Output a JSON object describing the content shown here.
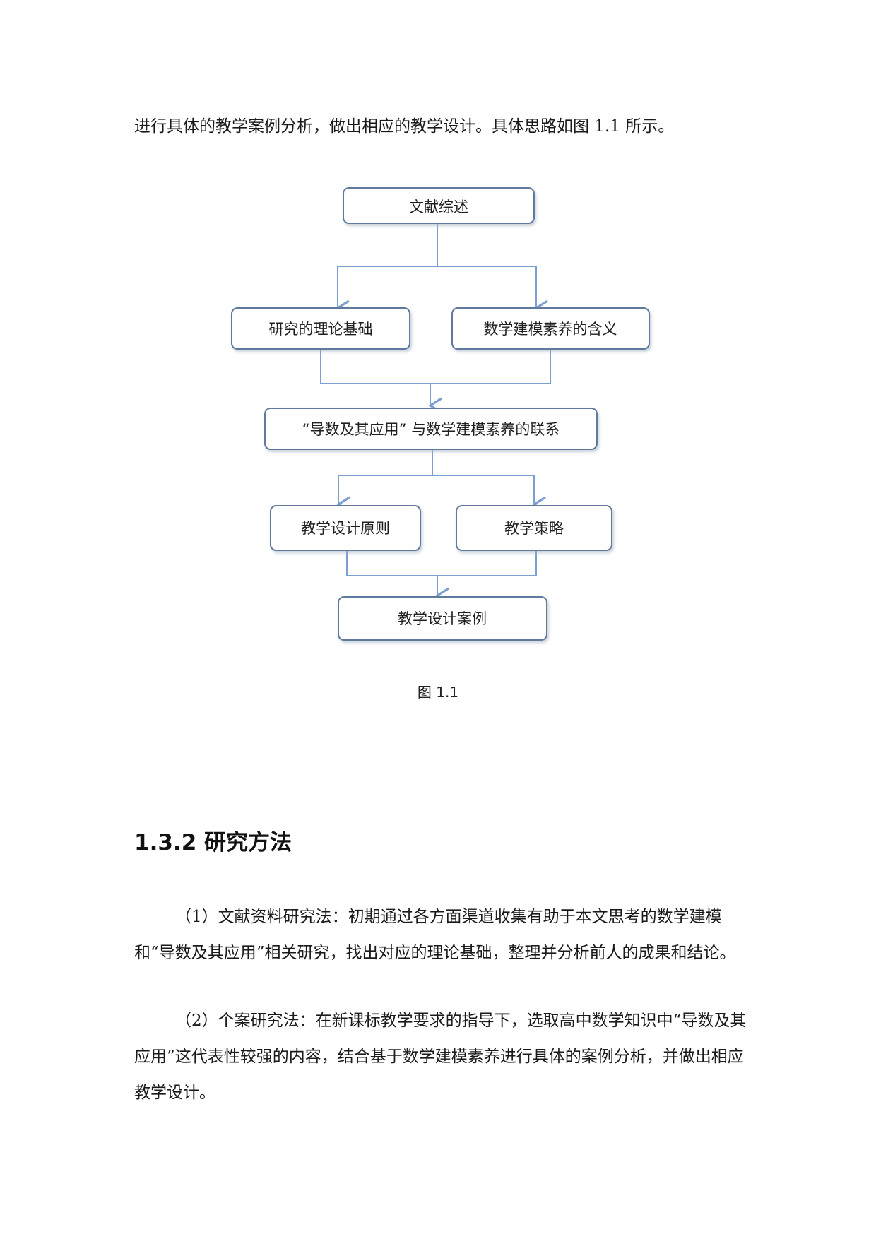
{
  "intro_text": "进行具体的教学案例分析，做出相应的教学设计。具体思路如图 1.1 所示。",
  "flowchart": {
    "nodes": {
      "literature_review": "文献综述",
      "theory_basis": "研究的理论基础",
      "modeling_meaning": "数学建模素养的含义",
      "relationship": "“导数及其应用” 与数学建模素养的联系",
      "design_principles": "教学设计原则",
      "teaching_strategies": "教学策略",
      "design_cases": "教学设计案例"
    },
    "caption": "图 1.1",
    "colors": {
      "box_border": "#5f7a9c",
      "connector": "#7b9fd1"
    }
  },
  "section": {
    "heading": "1.3.2 研究方法",
    "paragraphs": [
      "（1）文献资料研究法：初期通过各方面渠道收集有助于本文思考的数学建模和“导数及其应用”相关研究，找出对应的理论基础，整理并分析前人的成果和结论。",
      "（2）个案研究法：在新课标教学要求的指导下，选取高中数学知识中“导数及其应用”这代表性较强的内容，结合基于数学建模素养进行具体的案例分析，并做出相应教学设计。"
    ]
  }
}
